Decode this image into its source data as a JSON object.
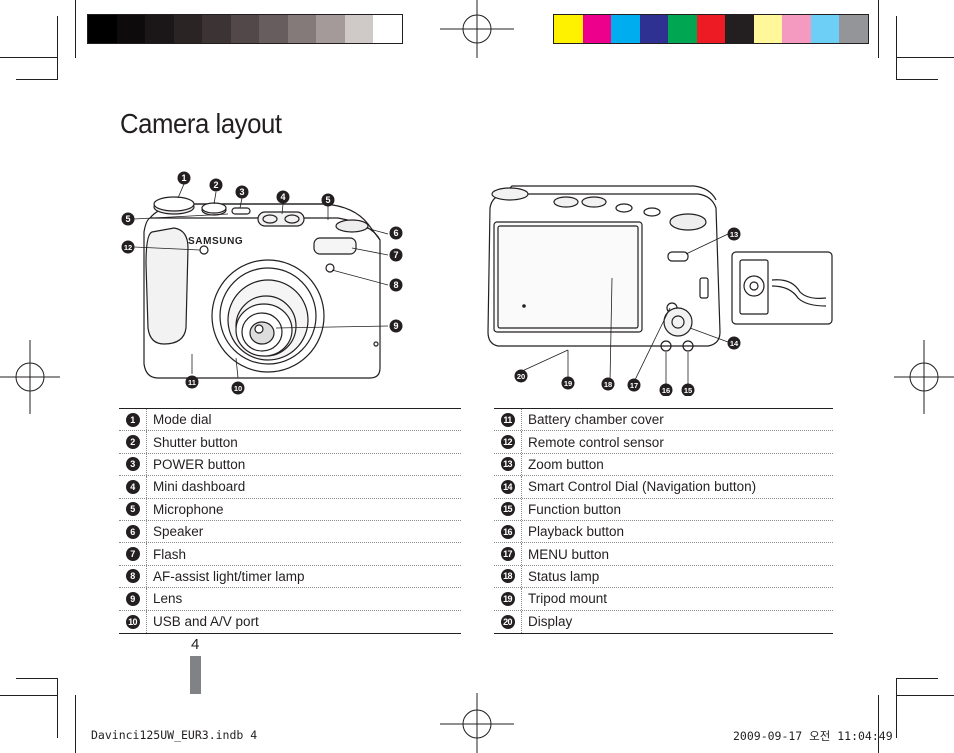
{
  "title": "Camera layout",
  "colors": {
    "ink": "#231f20",
    "grayscale_swatches": [
      "#000000",
      "#0d0b0c",
      "#1b1718",
      "#2a2425",
      "#3b3334",
      "#524849",
      "#675d5e",
      "#857a7a",
      "#a39a99",
      "#cfc9c8",
      "#ffffff"
    ],
    "process_swatches": [
      "#fff200",
      "#ec008c",
      "#00aeef",
      "#2e3192",
      "#00a651",
      "#ed1c24",
      "#231f20",
      "#fff799",
      "#f49ac1",
      "#6dcff6",
      "#939598"
    ],
    "page_tab": "#808285"
  },
  "figure_front": {
    "brand": "SAMSUNG",
    "callouts": [
      "1",
      "2",
      "3",
      "4",
      "5",
      "5",
      "6",
      "12",
      "7",
      "8",
      "9",
      "11",
      "10"
    ]
  },
  "figure_back": {
    "callouts": [
      "13",
      "14",
      "20",
      "19",
      "18",
      "17",
      "16",
      "15"
    ]
  },
  "legend_left": [
    {
      "num": "1",
      "label": "Mode dial"
    },
    {
      "num": "2",
      "label": "Shutter button"
    },
    {
      "num": "3",
      "label": "POWER button"
    },
    {
      "num": "4",
      "label": "Mini dashboard"
    },
    {
      "num": "5",
      "label": "Microphone"
    },
    {
      "num": "6",
      "label": "Speaker"
    },
    {
      "num": "7",
      "label": "Flash"
    },
    {
      "num": "8",
      "label": "AF-assist light/timer lamp"
    },
    {
      "num": "9",
      "label": "Lens"
    },
    {
      "num": "10",
      "label": "USB and A/V port"
    }
  ],
  "legend_right": [
    {
      "num": "11",
      "label": "Battery chamber cover"
    },
    {
      "num": "12",
      "label": "Remote control sensor"
    },
    {
      "num": "13",
      "label": "Zoom button"
    },
    {
      "num": "14",
      "label": "Smart Control Dial (Navigation button)"
    },
    {
      "num": "15",
      "label": "Function button"
    },
    {
      "num": "16",
      "label": "Playback button"
    },
    {
      "num": "17",
      "label": "MENU button"
    },
    {
      "num": "18",
      "label": "Status lamp"
    },
    {
      "num": "19",
      "label": "Tripod mount"
    },
    {
      "num": "20",
      "label": "Display"
    }
  ],
  "page_number": "4",
  "slug": {
    "file": "Davinci125UW_EUR3.indb   4",
    "timestamp": "2009-09-17   오전 11:04:49"
  }
}
